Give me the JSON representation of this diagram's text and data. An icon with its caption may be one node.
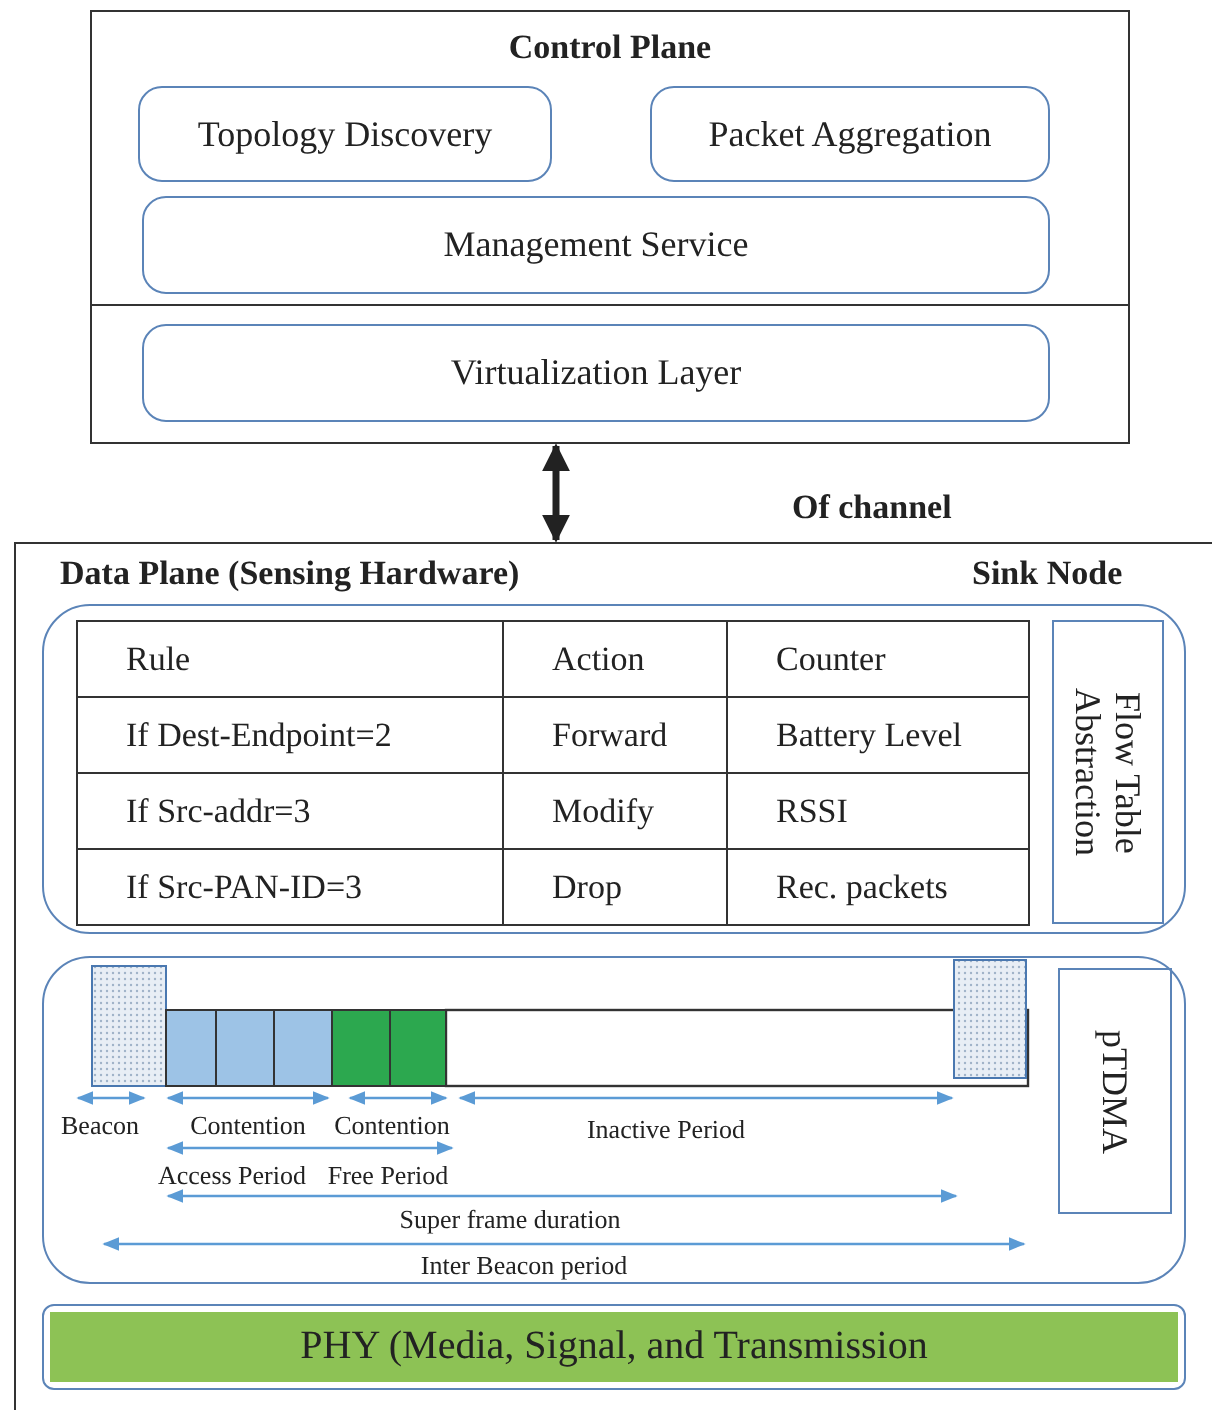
{
  "diagram": {
    "nodes": [
      {
        "text": [
          "Control Plane"
        ]
      },
      {
        "text": [
          "Topology Discovery"
        ],
        "in": 0
      },
      {
        "text": [
          "Packet Aggregation"
        ],
        "in": 0
      },
      {
        "text": [
          "Management Service"
        ],
        "in": 0
      },
      {
        "text": [
          "Virtualization Layer"
        ],
        "in": 0
      },
      {
        "text": [
          "Data Plane (Sensing Hardware)",
          "Sink Node"
        ]
      },
      {
        "text": [],
        "shape": "box",
        "in": 5
      },
      {
        "text": [
          "Flow Table Abstraction"
        ],
        "in": 6
      },
      {
        "text": [],
        "shape": "box",
        "in": 5
      },
      {
        "text": [
          "pTDMA"
        ],
        "in": 8
      },
      {
        "text": [
          "PHY (Media, Signal, and Transmission"
        ],
        "in": 5
      }
    ],
    "edges": [
      {
        "from": 0,
        "to": 5,
        "arrow": "both"
      }
    ],
    "labels": [
      "Of channel",
      "Rule",
      "Action",
      "Counter",
      "If Dest-Endpoint=2",
      "Forward",
      "Battery Level",
      "If Src-addr=3",
      "Modify",
      "RSSI",
      "If Src-PAN-ID=3",
      "Drop",
      "Rec. packets",
      "Beacon",
      "Contention",
      "Contention",
      "Inactive Period",
      "Access Period",
      "Free Period",
      "Super frame duration",
      "Inter Beacon period"
    ]
  }
}
